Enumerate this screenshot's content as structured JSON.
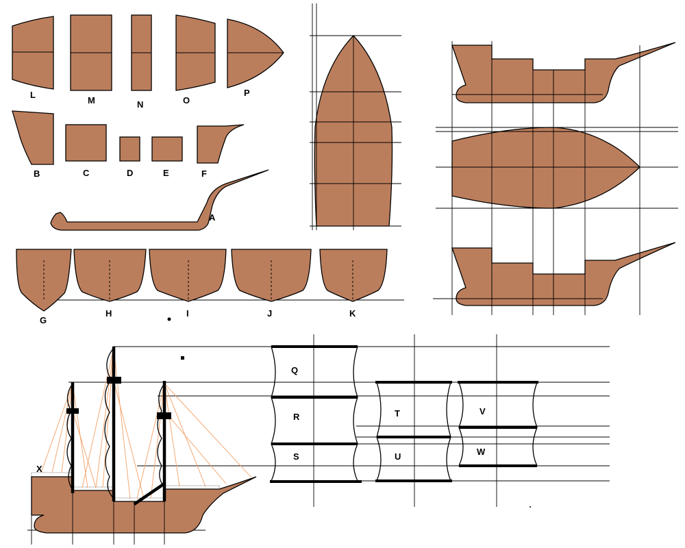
{
  "colors": {
    "hull": "#bb7e5d",
    "rigging": "#f4a064",
    "line": "#000000"
  },
  "labels": {
    "L": "L",
    "M": "M",
    "N": "N",
    "O": "O",
    "P": "P",
    "B": "B",
    "C": "C",
    "D": "D",
    "E": "E",
    "F": "F",
    "A": "A",
    "G": "G",
    "H": "H",
    "I": "I",
    "J": "J",
    "K": "K",
    "Q": "Q",
    "R": "R",
    "S": "S",
    "T": "T",
    "U": "U",
    "V": "V",
    "W": "W",
    "X": "X"
  }
}
